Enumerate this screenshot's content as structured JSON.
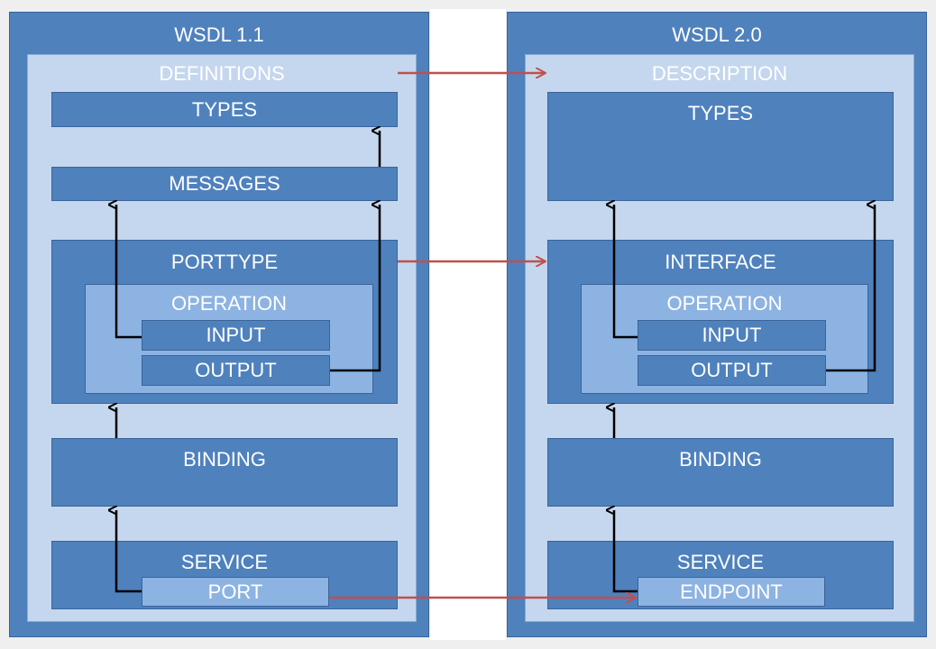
{
  "wsdl11": {
    "title": "WSDL 1.1",
    "root": "DEFINITIONS",
    "types": "TYPES",
    "messages": "MESSAGES",
    "porttype": "PORTTYPE",
    "operation": "OPERATION",
    "input": "INPUT",
    "output": "OUTPUT",
    "binding": "BINDING",
    "service": "SERVICE",
    "port": "PORT"
  },
  "wsdl20": {
    "title": "WSDL 2.0",
    "root": "DESCRIPTION",
    "types": "TYPES",
    "interface": "INTERFACE",
    "operation": "OPERATION",
    "input": "INPUT",
    "output": "OUTPUT",
    "binding": "BINDING",
    "service": "SERVICE",
    "endpoint": "ENDPOINT"
  },
  "colors": {
    "frame": "#4f81bd",
    "inner": "#c5d7ee",
    "light_box": "#8db3e2",
    "mapping_arrow": "#c0504d",
    "dependency_arrow": "#000000"
  }
}
